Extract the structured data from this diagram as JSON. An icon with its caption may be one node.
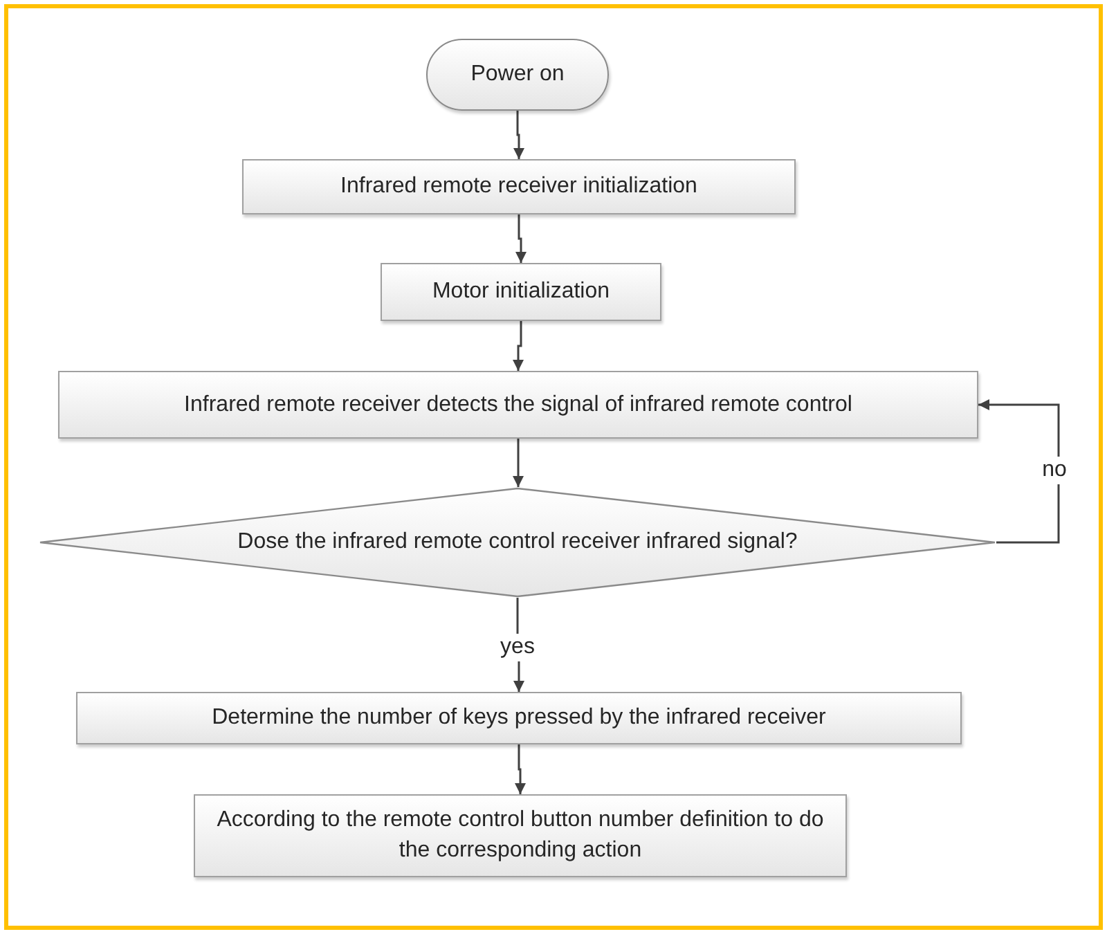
{
  "diagram": {
    "nodes": [
      {
        "text": [
          "Power on"
        ]
      },
      {
        "text": [
          "Infrared remote receiver initialization"
        ]
      },
      {
        "text": [
          "Motor initialization"
        ]
      },
      {
        "text": [
          "Infrared remote receiver detects the signal of infrared remote control"
        ]
      },
      {
        "text": [
          "Dose the infrared remote control receiver infrared signal?"
        ]
      },
      {
        "text": [
          "Determine the number of keys pressed by the infrared receiver"
        ]
      },
      {
        "text": [
          "According to the remote control button number definition to do the corresponding action"
        ]
      }
    ],
    "edges": [
      {
        "from": 0,
        "to": 1,
        "arrow": "to"
      },
      {
        "from": 1,
        "to": 2,
        "arrow": "to"
      },
      {
        "from": 2,
        "to": 3,
        "arrow": "to"
      },
      {
        "from": 3,
        "to": 4,
        "arrow": "to"
      },
      {
        "from": 4,
        "to": 5,
        "arrow": "to",
        "label": "yes"
      },
      {
        "from": 5,
        "to": 6,
        "arrow": "to"
      },
      {
        "from": 4,
        "to": 3,
        "arrow": "to",
        "label": "no"
      }
    ]
  }
}
